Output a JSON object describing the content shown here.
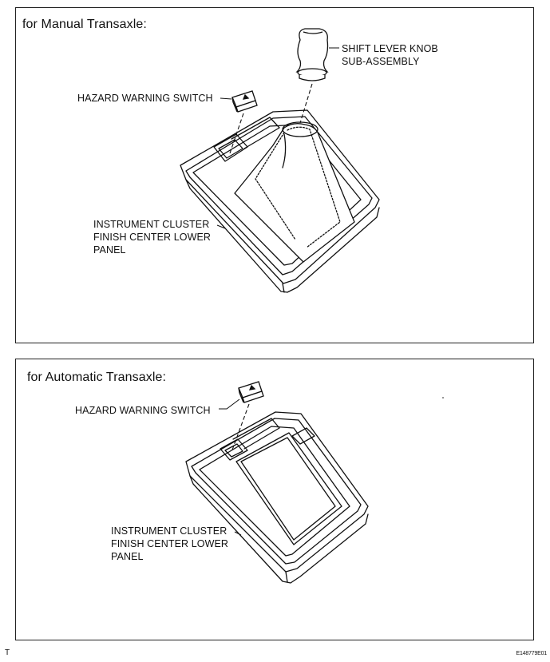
{
  "panels": {
    "manual": {
      "title": "for Manual Transaxle:",
      "labels": {
        "shift_knob_1": "SHIFT LEVER KNOB",
        "shift_knob_2": "SUB-ASSEMBLY",
        "hazard": "HAZARD WARNING SWITCH",
        "cluster_1": "INSTRUMENT CLUSTER",
        "cluster_2": "FINISH CENTER LOWER",
        "cluster_3": "PANEL"
      }
    },
    "automatic": {
      "title": "for Automatic Transaxle:",
      "labels": {
        "hazard": "HAZARD WARNING SWITCH",
        "cluster_1": "INSTRUMENT CLUSTER",
        "cluster_2": "FINISH CENTER LOWER",
        "cluster_3": "PANEL"
      }
    }
  },
  "footer": {
    "left": "T",
    "right": "E148779E01"
  }
}
